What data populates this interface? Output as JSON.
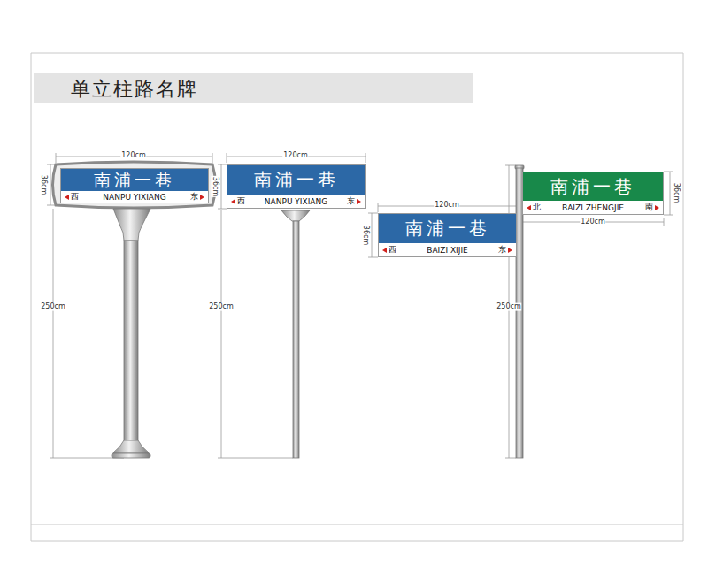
{
  "diagram": {
    "title": "单立柱路名牌",
    "nodes": [
      {
        "text": [
          "南浦一巷",
          "西",
          "NANPU YIXIANG",
          "东"
        ]
      },
      {
        "text": [
          "南浦一巷",
          "西",
          "NANPU YIXIANG",
          "东"
        ]
      },
      {
        "text": [
          "南浦一巷",
          "北",
          "BAIZI ZHENGJIE",
          "南"
        ]
      },
      {
        "text": [
          "南浦一巷",
          "西",
          "BAIZI XIJIE",
          "东"
        ]
      }
    ],
    "labels": [
      "120cm",
      "36cm",
      "250cm",
      "120cm",
      "36cm",
      "250cm",
      "36cm",
      "120cm",
      "120cm",
      "36cm",
      "250cm"
    ]
  }
}
